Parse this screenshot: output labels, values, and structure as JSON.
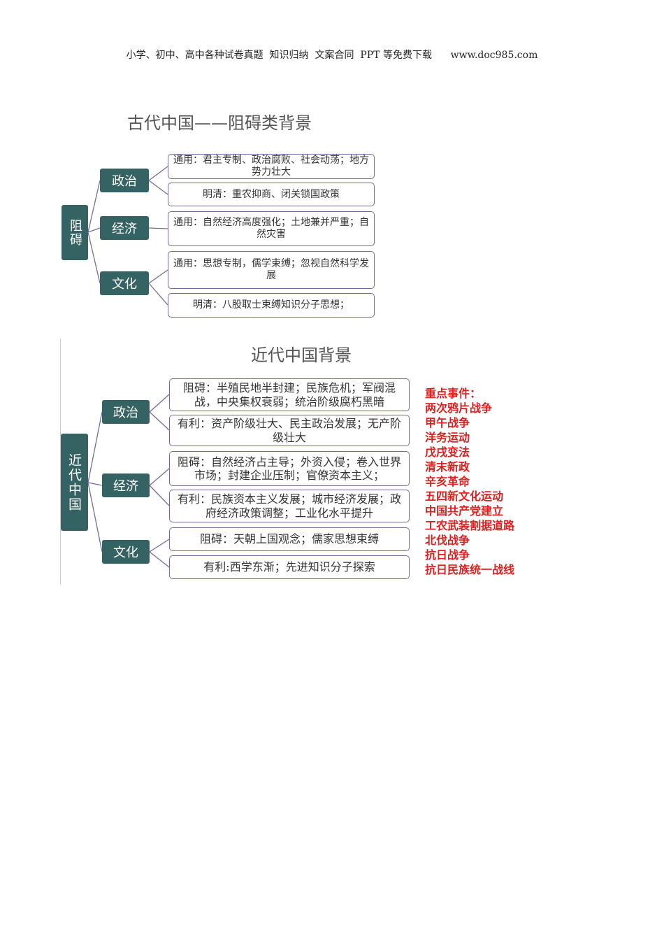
{
  "header": "小学、初中、高中各种试卷真题  知识归纳  文案合同  PPT 等免费下载      www.doc985.com",
  "ancient": {
    "title": "古代中国——阻碍类背景",
    "root": "阻碍",
    "branches": [
      "政治",
      "经济",
      "文化"
    ],
    "leaves": [
      "通用：君主专制、政治腐败、社会动荡；地方势力壮大",
      "明清：重农抑商、闭关锁国政策",
      "通用：自然经济高度强化；土地兼并严重；自然灾害",
      "通用：思想专制，儒学束缚；忽视自然科学发展",
      "明清：八股取士束缚知识分子思想；"
    ]
  },
  "modern": {
    "title": "近代中国背景",
    "root": "近代中国",
    "branches": [
      "政治",
      "经济",
      "文化"
    ],
    "leaves": [
      "阻碍：半殖民地半封建；民族危机；军阀混战，中央集权衰弱；统治阶级腐朽黑暗",
      "有利：资产阶级壮大、民主政治发展；无产阶级壮大",
      "阻碍：自然经济占主导；外资入侵；卷入世界市场；封建企业压制；官僚资本主义；",
      "有利：民族资本主义发展；城市经济发展；政府经济政策调整；工业化水平提升",
      "阻碍：天朝上国观念；儒家思想束缚",
      "有利:西学东渐；先进知识分子探索"
    ]
  },
  "events": {
    "label": "重点事件：",
    "items": [
      "两次鸦片战争",
      "甲午战争",
      "洋务运动",
      "戊戌变法",
      "清末新政",
      "辛亥革命",
      "五四新文化运动",
      "中国共产党建立",
      "工农武装割据道路",
      "北伐战争",
      "抗日战争",
      "抗日民族统一战线"
    ]
  },
  "colors": {
    "node": "#356262",
    "border": "#7a6a9a",
    "events": "#e02020"
  }
}
